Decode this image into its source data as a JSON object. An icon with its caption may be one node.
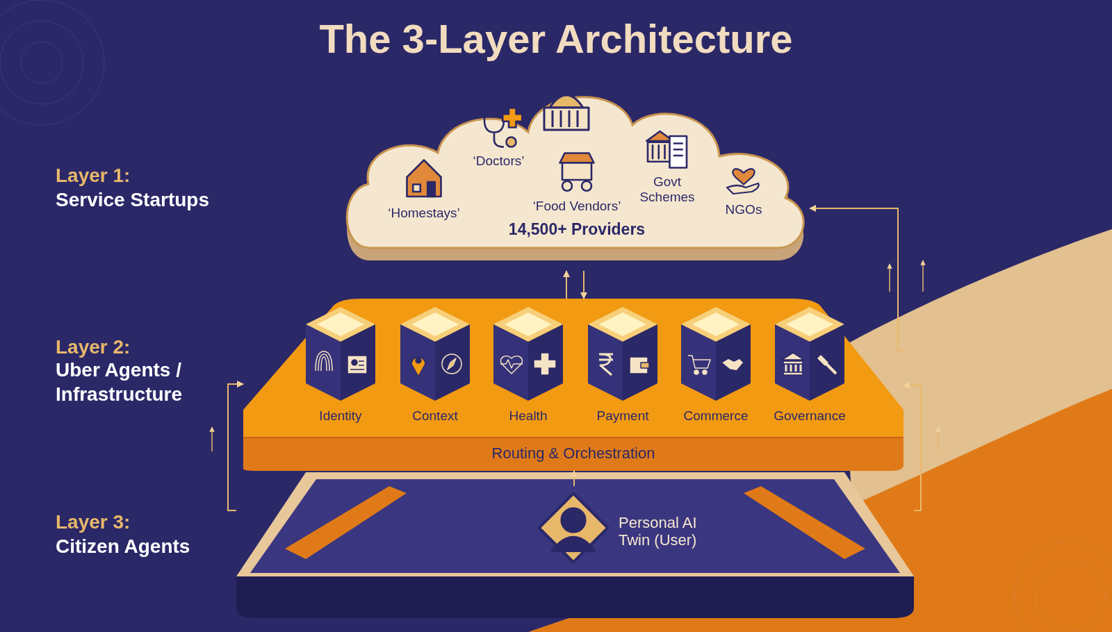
{
  "diagram": {
    "title": "The 3-Layer Architecture",
    "nodes": [
      {
        "text": [
          "14,500+ Providers"
        ]
      },
      {
        "text": [
          "‘Homestays’"
        ],
        "in": 0
      },
      {
        "text": [
          "‘Doctors’"
        ],
        "in": 0
      },
      {
        "text": [
          "‘Food Vendors’"
        ],
        "in": 0
      },
      {
        "text": [
          "Govt Schemes"
        ],
        "in": 0
      },
      {
        "text": [
          "NGOs"
        ],
        "in": 0
      },
      {
        "text": [
          "Routing & Orchestration"
        ]
      },
      {
        "text": [
          "Identity"
        ],
        "in": 6
      },
      {
        "text": [
          "Context"
        ],
        "in": 6
      },
      {
        "text": [
          "Health"
        ],
        "in": 6
      },
      {
        "text": [
          "Payment"
        ],
        "in": 6
      },
      {
        "text": [
          "Commerce"
        ],
        "in": 6
      },
      {
        "text": [
          "Governance"
        ],
        "in": 6
      },
      {
        "text": [],
        "shape": "box"
      },
      {
        "text": [
          "Personal AI Twin (User)"
        ],
        "in": 13
      }
    ],
    "edges": [
      {
        "from": 6,
        "to": 0,
        "arrow": "to"
      },
      {
        "from": 0,
        "to": 6,
        "arrow": "to"
      },
      {
        "from": 14,
        "to": 6,
        "arrow": "to"
      },
      {
        "from": 13,
        "to": 6,
        "arrow": "to"
      },
      {
        "from": 13,
        "to": 6,
        "arrow": "to"
      },
      {
        "from": 6,
        "to": 0,
        "arrow": "to"
      }
    ],
    "labels": [
      "Layer 1:",
      "Service Startups",
      "Layer 2:",
      "Uber Agents / Infrastructure",
      "Layer 3:",
      "Citizen Agents"
    ]
  }
}
